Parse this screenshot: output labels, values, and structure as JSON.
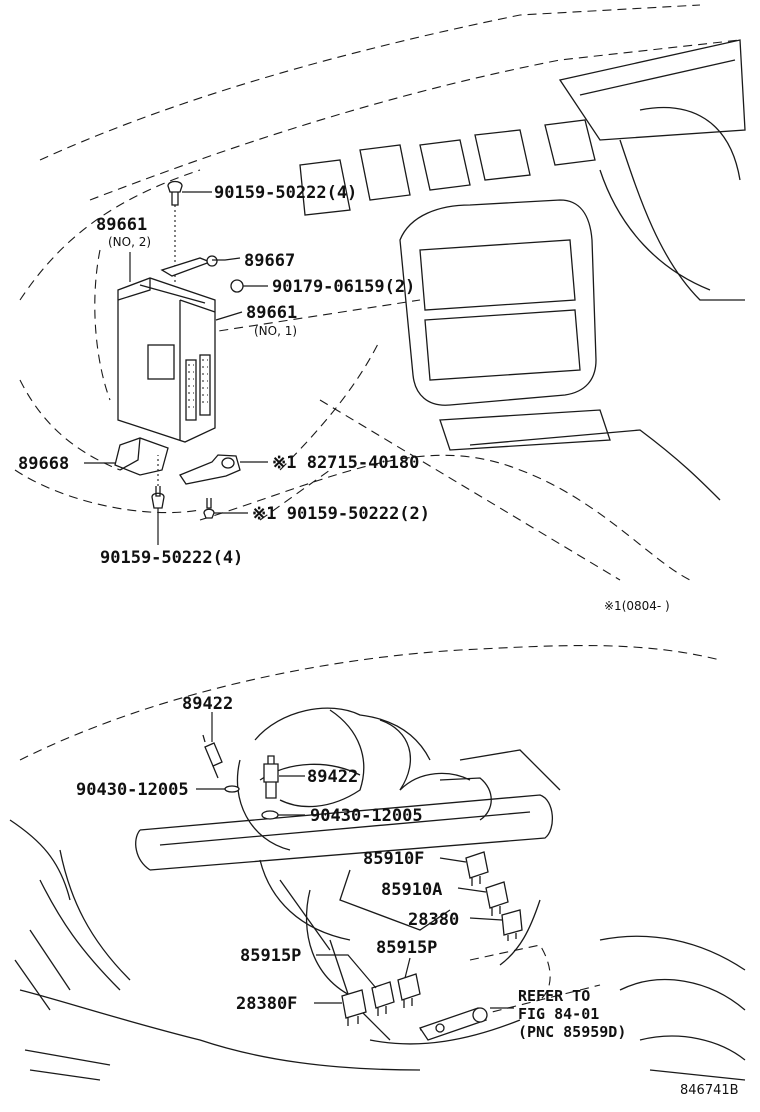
{
  "diagram_id": "846741B",
  "upper_section": {
    "labels": {
      "p_89661_no2": "89661",
      "p_89661_no2_note": "(NO, 2)",
      "p_90159_top": "90159-50222(4)",
      "p_89667": "89667",
      "p_90179": "90179-06159(2)",
      "p_89661_no1": "89661",
      "p_89661_no1_note": "(NO, 1)",
      "p_89668": "89668",
      "p_82715": "※1 82715-40180",
      "p_90159_mid": "※1 90159-50222(2)",
      "p_90159_bottom": "90159-50222(4)",
      "footnote": "※1(0804-     )"
    }
  },
  "lower_section": {
    "labels": {
      "p_89422_a": "89422",
      "p_90430_a": "90430-12005",
      "p_89422_b": "89422",
      "p_90430_b": "90430-12005",
      "p_85910F": "85910F",
      "p_85910A": "85910A",
      "p_28380": "28380",
      "p_85915P_a": "85915P",
      "p_85915P_b": "85915P",
      "p_28380F": "28380F",
      "refer_line1": "REFER TO",
      "refer_line2": "FIG 84-01",
      "refer_line3": "(PNC 85959D)"
    }
  }
}
